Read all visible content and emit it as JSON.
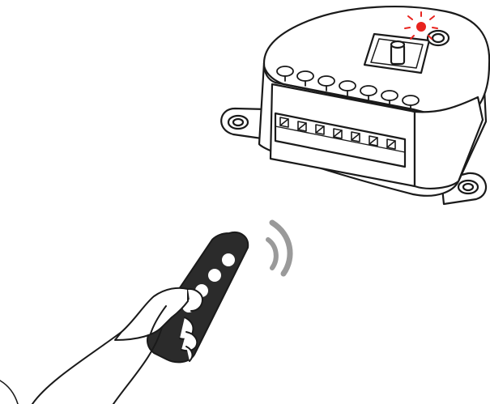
{
  "illustration": {
    "receiver_module": {
      "terminal_count_front": 7,
      "screw_count_top": 7,
      "status_led_color": "#e8231e",
      "status_led_state": "blinking"
    },
    "remote_control": {
      "button_count": 4,
      "body_color": "#2b2b2b",
      "signal_color": "#9a9a9a"
    },
    "line_color": "#1a1a1a"
  }
}
